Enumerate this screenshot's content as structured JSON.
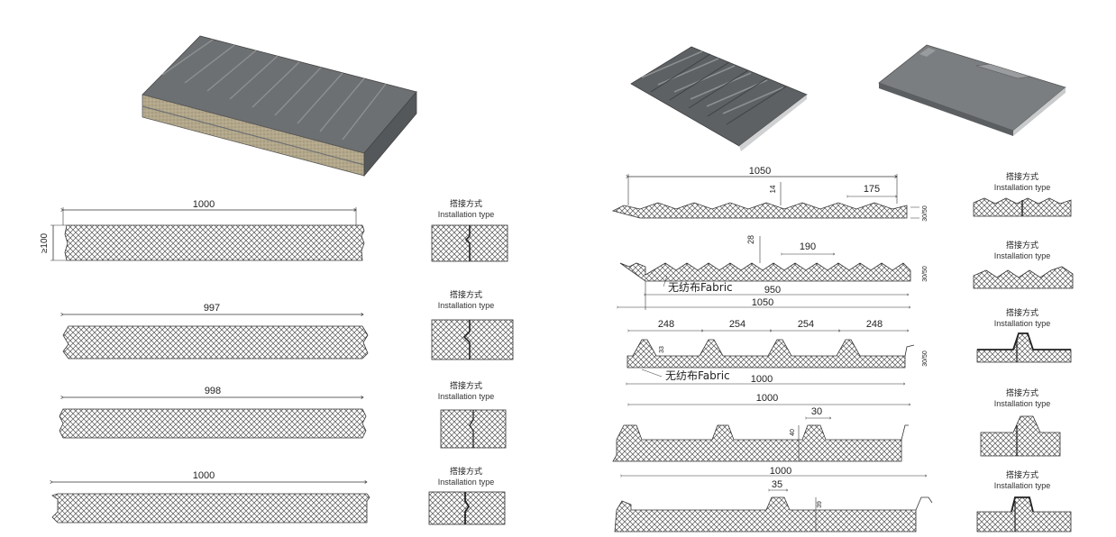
{
  "install_caption": {
    "zh": "搭接方式",
    "en": "Installation type"
  },
  "left_panels": {
    "thickness_label": "≥100",
    "widths": [
      "1000",
      "997",
      "998",
      "1000"
    ]
  },
  "right_panels": {
    "p1": {
      "width": "1050",
      "rib": "175",
      "height": "14",
      "thk": "30/50"
    },
    "p2": {
      "rib_height": "28",
      "pitch": "190",
      "fabric": "无纺布Fabric",
      "effective": "950",
      "overall": "1050",
      "thk": "30/50"
    },
    "p3": {
      "pitches": [
        "248",
        "254",
        "254",
        "248"
      ],
      "rib_height": "33",
      "fabric": "无纺布Fabric",
      "width": "1000",
      "thk": "30/50"
    },
    "p4": {
      "width": "1000",
      "rib_top": "30",
      "rib_height": "40"
    },
    "p5": {
      "width": "1000",
      "rib_top": "35",
      "rib_height": "39"
    }
  },
  "colors": {
    "metal": "#6b6e70",
    "metal_light": "#8c8f91",
    "core": "#b9ad92",
    "line": "#333333"
  }
}
